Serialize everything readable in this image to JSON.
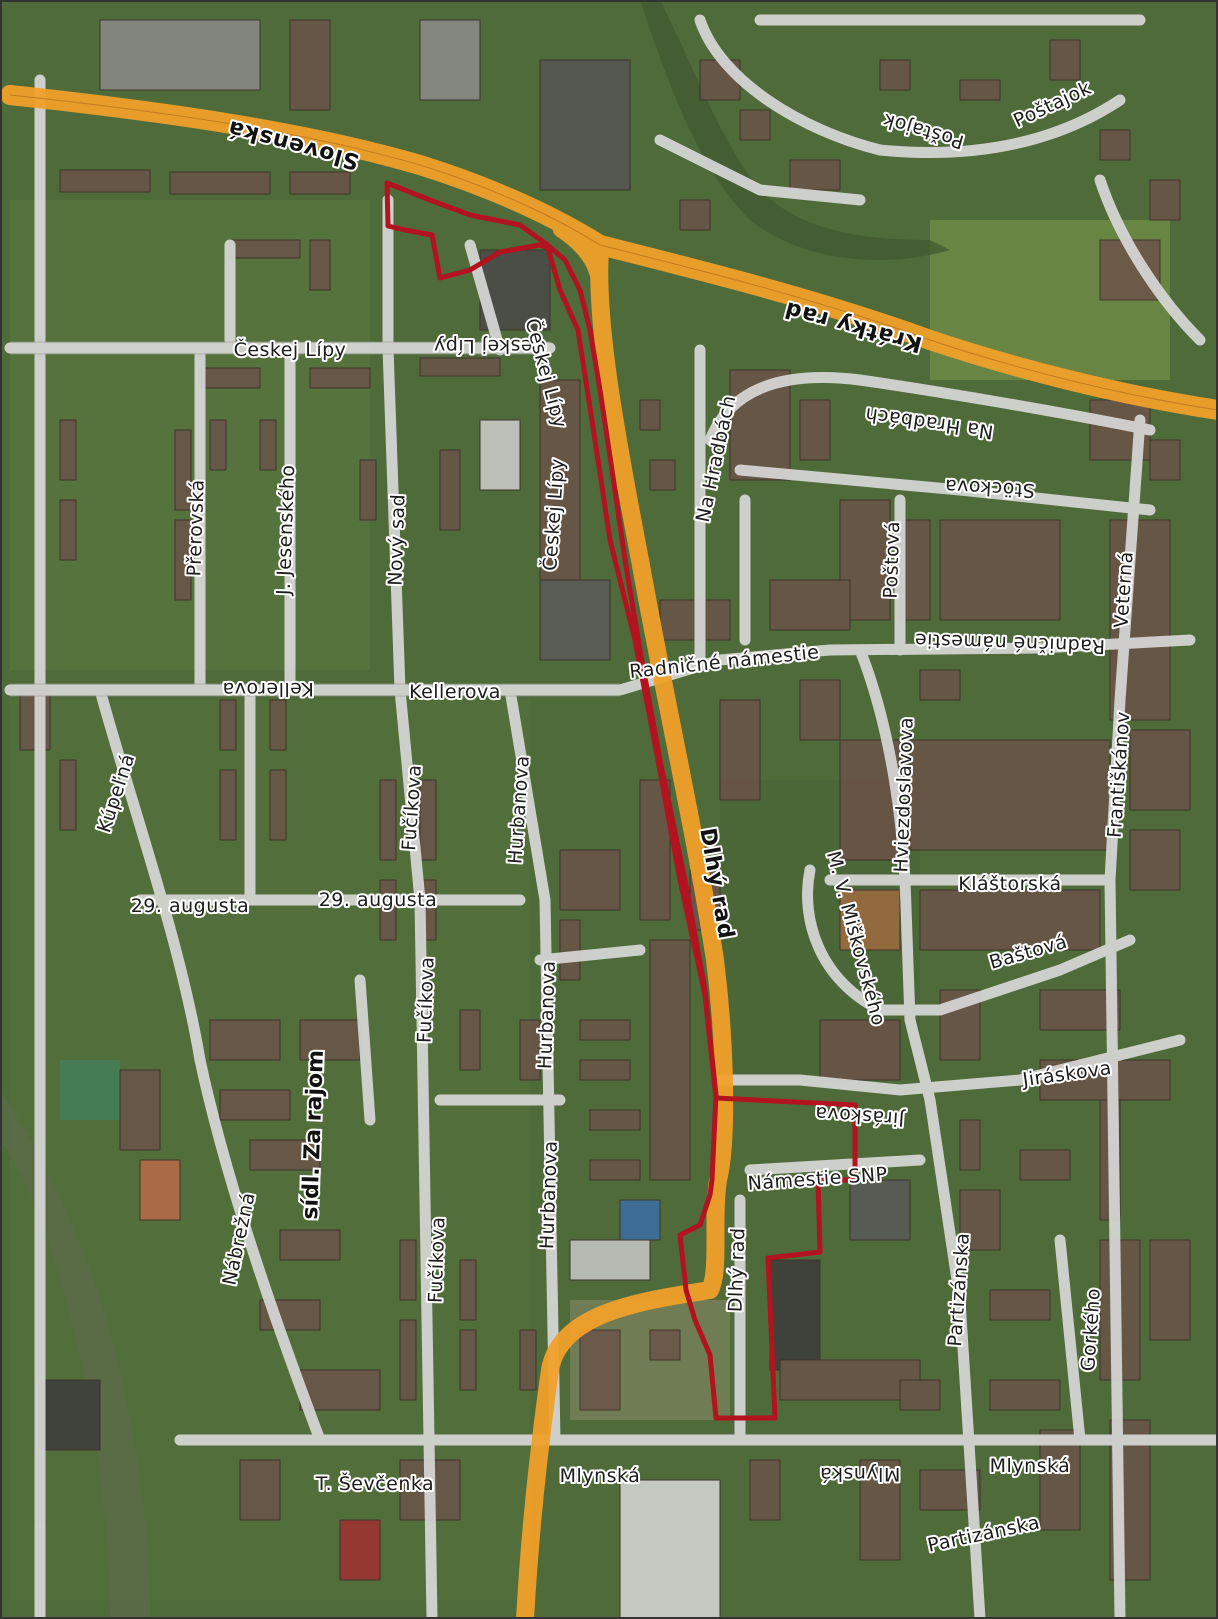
{
  "map": {
    "colors": {
      "background": "#4f6b3a",
      "road": "#d8d8d8",
      "main_road": "#f0a02a",
      "boundary": "#b3121f",
      "building": "#6b5348"
    },
    "main_roads": {
      "slovenska": "Slovenská",
      "kratky_rad": "Krátky rad",
      "dlhy_rad": "Dlhý rad"
    },
    "streets": {
      "postajok_upper": "Poštajok",
      "postajok_lower": "Poštajok",
      "ceskej_lipy_horizontal_left": "Českej Lípy",
      "ceskej_lipy_horizontal_right": "Českej Lípy",
      "ceskej_lipy_vertical": "Českej Lípy",
      "na_hradbach_vertical": "Na Hradbách",
      "na_hradbach_horizontal": "Na Hradbách",
      "stockova": "Stöckova",
      "postova": "Poštová",
      "veterna": "Veterná",
      "radnicne_namestie_left": "Radničné námestie",
      "radnicne_namestie_right": "Radničné námestie",
      "prerovska": "Přerovská",
      "j_jesenskeho": "J. Jesenského",
      "novy_sad": "Nový sad",
      "kellerova_left": "Kellerova",
      "kellerova_right": "Kellerova",
      "kupelna": "Kúpeľná",
      "fucikova_upper": "Fučíkova",
      "fucikova_middle": "Fučíkova",
      "fucikova_lower": "Fučíkova",
      "hurbanova_upper": "Hurbanova",
      "hurbanova_middle": "Hurbanova",
      "hurbanova_lower": "Hurbanova",
      "hviezdoslavova": "Hviezdoslavova",
      "frantiskanov": "Františkánov",
      "klastorska": "Kláštorská",
      "m_v_miskovskeho": "M. V. Miškovského",
      "bastova": "Baštová",
      "augusta_left": "29. augusta",
      "augusta_right": "29. augusta",
      "jiraskova_left": "Jiráskova",
      "jiraskova_right": "Jiráskova",
      "namestie_snp": "Námestie SNP",
      "dlhy_rad_lower": "Dlhý rad",
      "nabrezna": "Nábrežná",
      "partizanska_vertical": "Partizánska",
      "partizanska_lower": "Partizánska",
      "gorkeho": "Gorkého",
      "mlynska_left": "Mlynská",
      "mlynska_middle": "Mlynská",
      "mlynska_right": "Mlynská",
      "t_sevcenka": "T. Ševčenka"
    },
    "district": "sídl. Za rajom"
  }
}
